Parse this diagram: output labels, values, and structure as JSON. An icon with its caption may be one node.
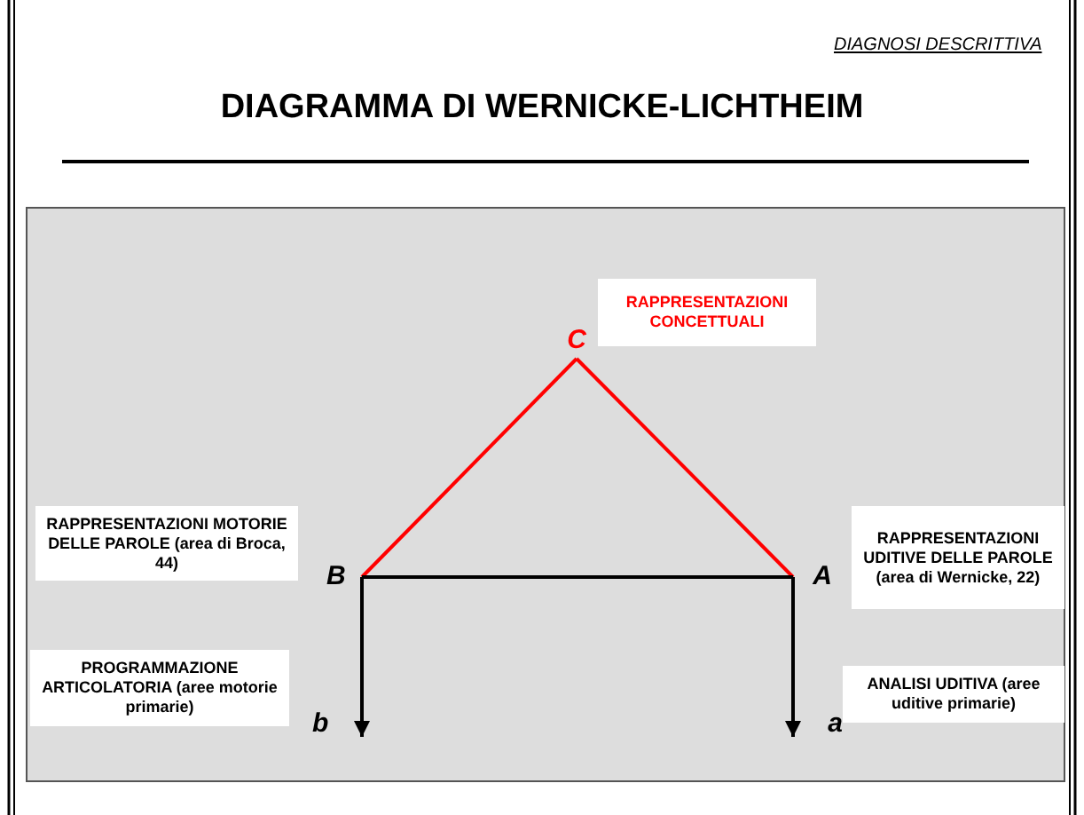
{
  "diagram": {
    "title": "DIAGRAMMA DI WERNICKE-LICHTHEIM",
    "nodes": [
      {
        "text": [
          "C"
        ],
        "beside": [
          "RAPPRESENTAZIONI CONCETTUALI"
        ]
      },
      {
        "text": [
          "B"
        ],
        "beside": [
          "RAPPRESENTAZIONI MOTORIE DELLE PAROLE (area di Broca, 44)"
        ]
      },
      {
        "text": [
          "A"
        ],
        "beside": [
          "RAPPRESENTAZIONI UDITIVE DELLE PAROLE (area di Wernicke, 22)"
        ]
      },
      {
        "text": [
          "b"
        ],
        "beside": [
          "PROGRAMMAZIONE ARTICOLATORIA (aree motorie primarie)"
        ]
      },
      {
        "text": [
          "a"
        ],
        "beside": [
          "ANALISI UDITIVA (aree uditive primarie)"
        ]
      }
    ],
    "edges": [
      {
        "from": 0,
        "to": 1,
        "arrow": "none",
        "color": "#ff0000"
      },
      {
        "from": 0,
        "to": 2,
        "arrow": "none",
        "color": "#ff0000"
      },
      {
        "from": 1,
        "to": 2,
        "arrow": "none"
      },
      {
        "from": 1,
        "to": 3,
        "arrow": "to"
      },
      {
        "from": 2,
        "to": 4,
        "arrow": "to"
      }
    ],
    "labels": [
      "DIAGNOSI DESCRITTIVA"
    ]
  }
}
